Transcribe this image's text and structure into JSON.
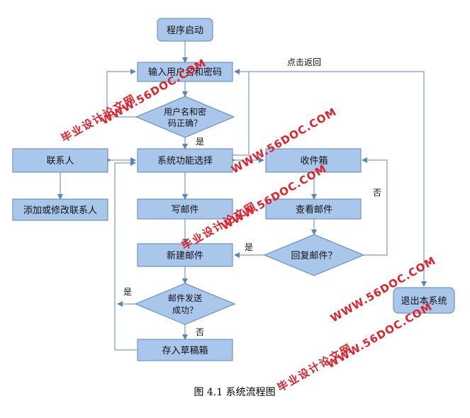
{
  "colors": {
    "box_fill": "#a9c7ea",
    "box_stroke": "#5b85b8",
    "line": "#5b85b8",
    "watermark": "#e0202a"
  },
  "nodes": {
    "start": "程序启动",
    "login": "输入用户名和密码",
    "check_line1": "用户名和密",
    "check_line2": "码正确？",
    "menu": "系统功能选择",
    "contacts": "联系人",
    "edit_contacts": "添加或修改联系人",
    "inbox": "收件箱",
    "write": "写邮件",
    "view": "查看邮件",
    "new_mail": "新建邮件",
    "reply": "回复邮件？",
    "send_line1": "邮件发送",
    "send_line2": "成功？",
    "draft": "存入草稿箱",
    "exit": "退出本系统"
  },
  "edge_labels": {
    "back": "点击返回",
    "yes_check": "是",
    "no_reply": "否",
    "yes_reply": "是",
    "yes_send": "是",
    "no_send": "否"
  },
  "caption": "图 4.1  系统流程图",
  "watermarks": {
    "url": "WWW.56DOC.COM",
    "site": "毕业设计论文网"
  }
}
